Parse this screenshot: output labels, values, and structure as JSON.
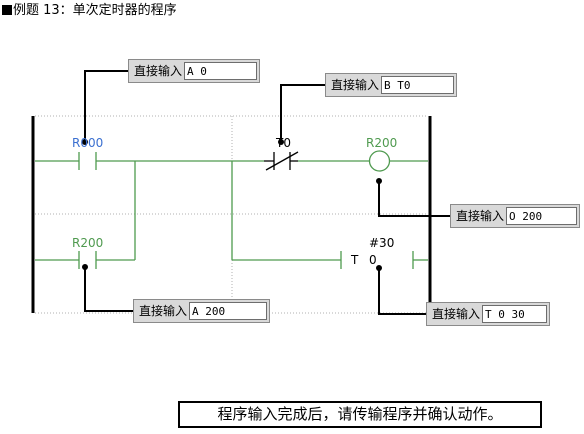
{
  "title": "例题  13：单次定时器的程序",
  "labels": {
    "r000": "R000",
    "t0_contact": "T0",
    "r200_coil": "R200",
    "r200_contact": "R200",
    "timer_const": "#30",
    "timer_t": "T",
    "timer_num": "0"
  },
  "input_boxes": [
    {
      "caption": "直接输入",
      "value": "A 0"
    },
    {
      "caption": "直接输入",
      "value": "B T0"
    },
    {
      "caption": "直接输入",
      "value": "O 200"
    },
    {
      "caption": "直接输入",
      "value": "A 200"
    },
    {
      "caption": "直接输入",
      "value": "T 0 30"
    }
  ],
  "note": "程序输入完成后，请传输程序并确认动作。",
  "colors": {
    "rung_line": "#4f9a4f",
    "contact_label": "#3a6fd0",
    "rail": "#000000"
  }
}
